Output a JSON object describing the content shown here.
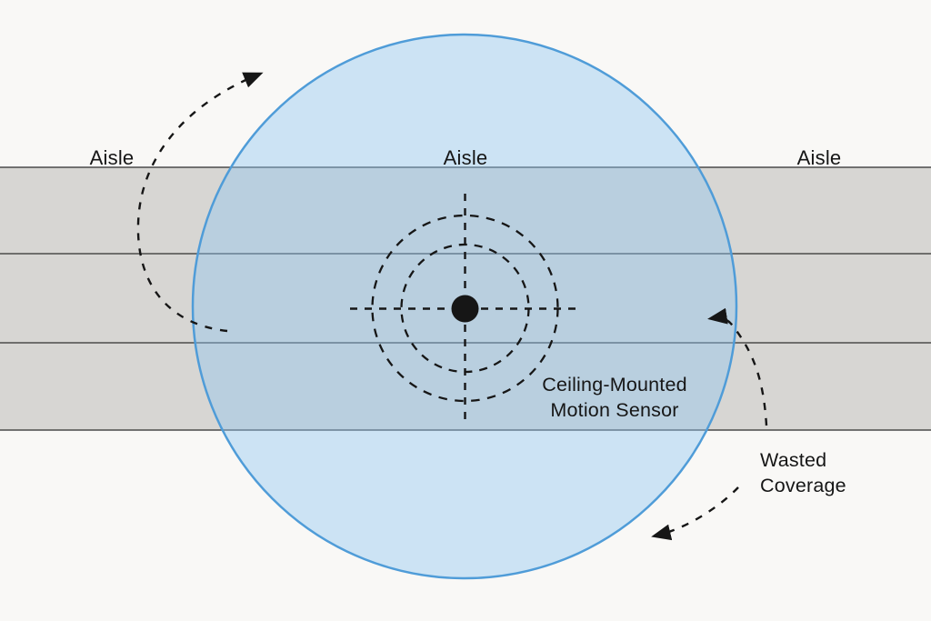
{
  "diagram": {
    "aisle_labels": {
      "left": "Aisle",
      "center": "Aisle",
      "right": "Aisle"
    },
    "sensor_label": {
      "line1": "Ceiling-Mounted",
      "line2": "Motion Sensor"
    },
    "wasted_label": {
      "line1": "Wasted",
      "line2": "Coverage"
    },
    "icons": {
      "sensor_dot": "motion-sensor-dot",
      "arrowhead": "arrowhead-triangle"
    }
  },
  "colors": {
    "background": "#f9f8f6",
    "aisle_fill": "#d7d6d3",
    "aisle_border": "#4b4b4b",
    "coverage_fill": "#8ec6f0",
    "coverage_stroke": "#4f9cd8",
    "annotation_ink": "#161616"
  }
}
